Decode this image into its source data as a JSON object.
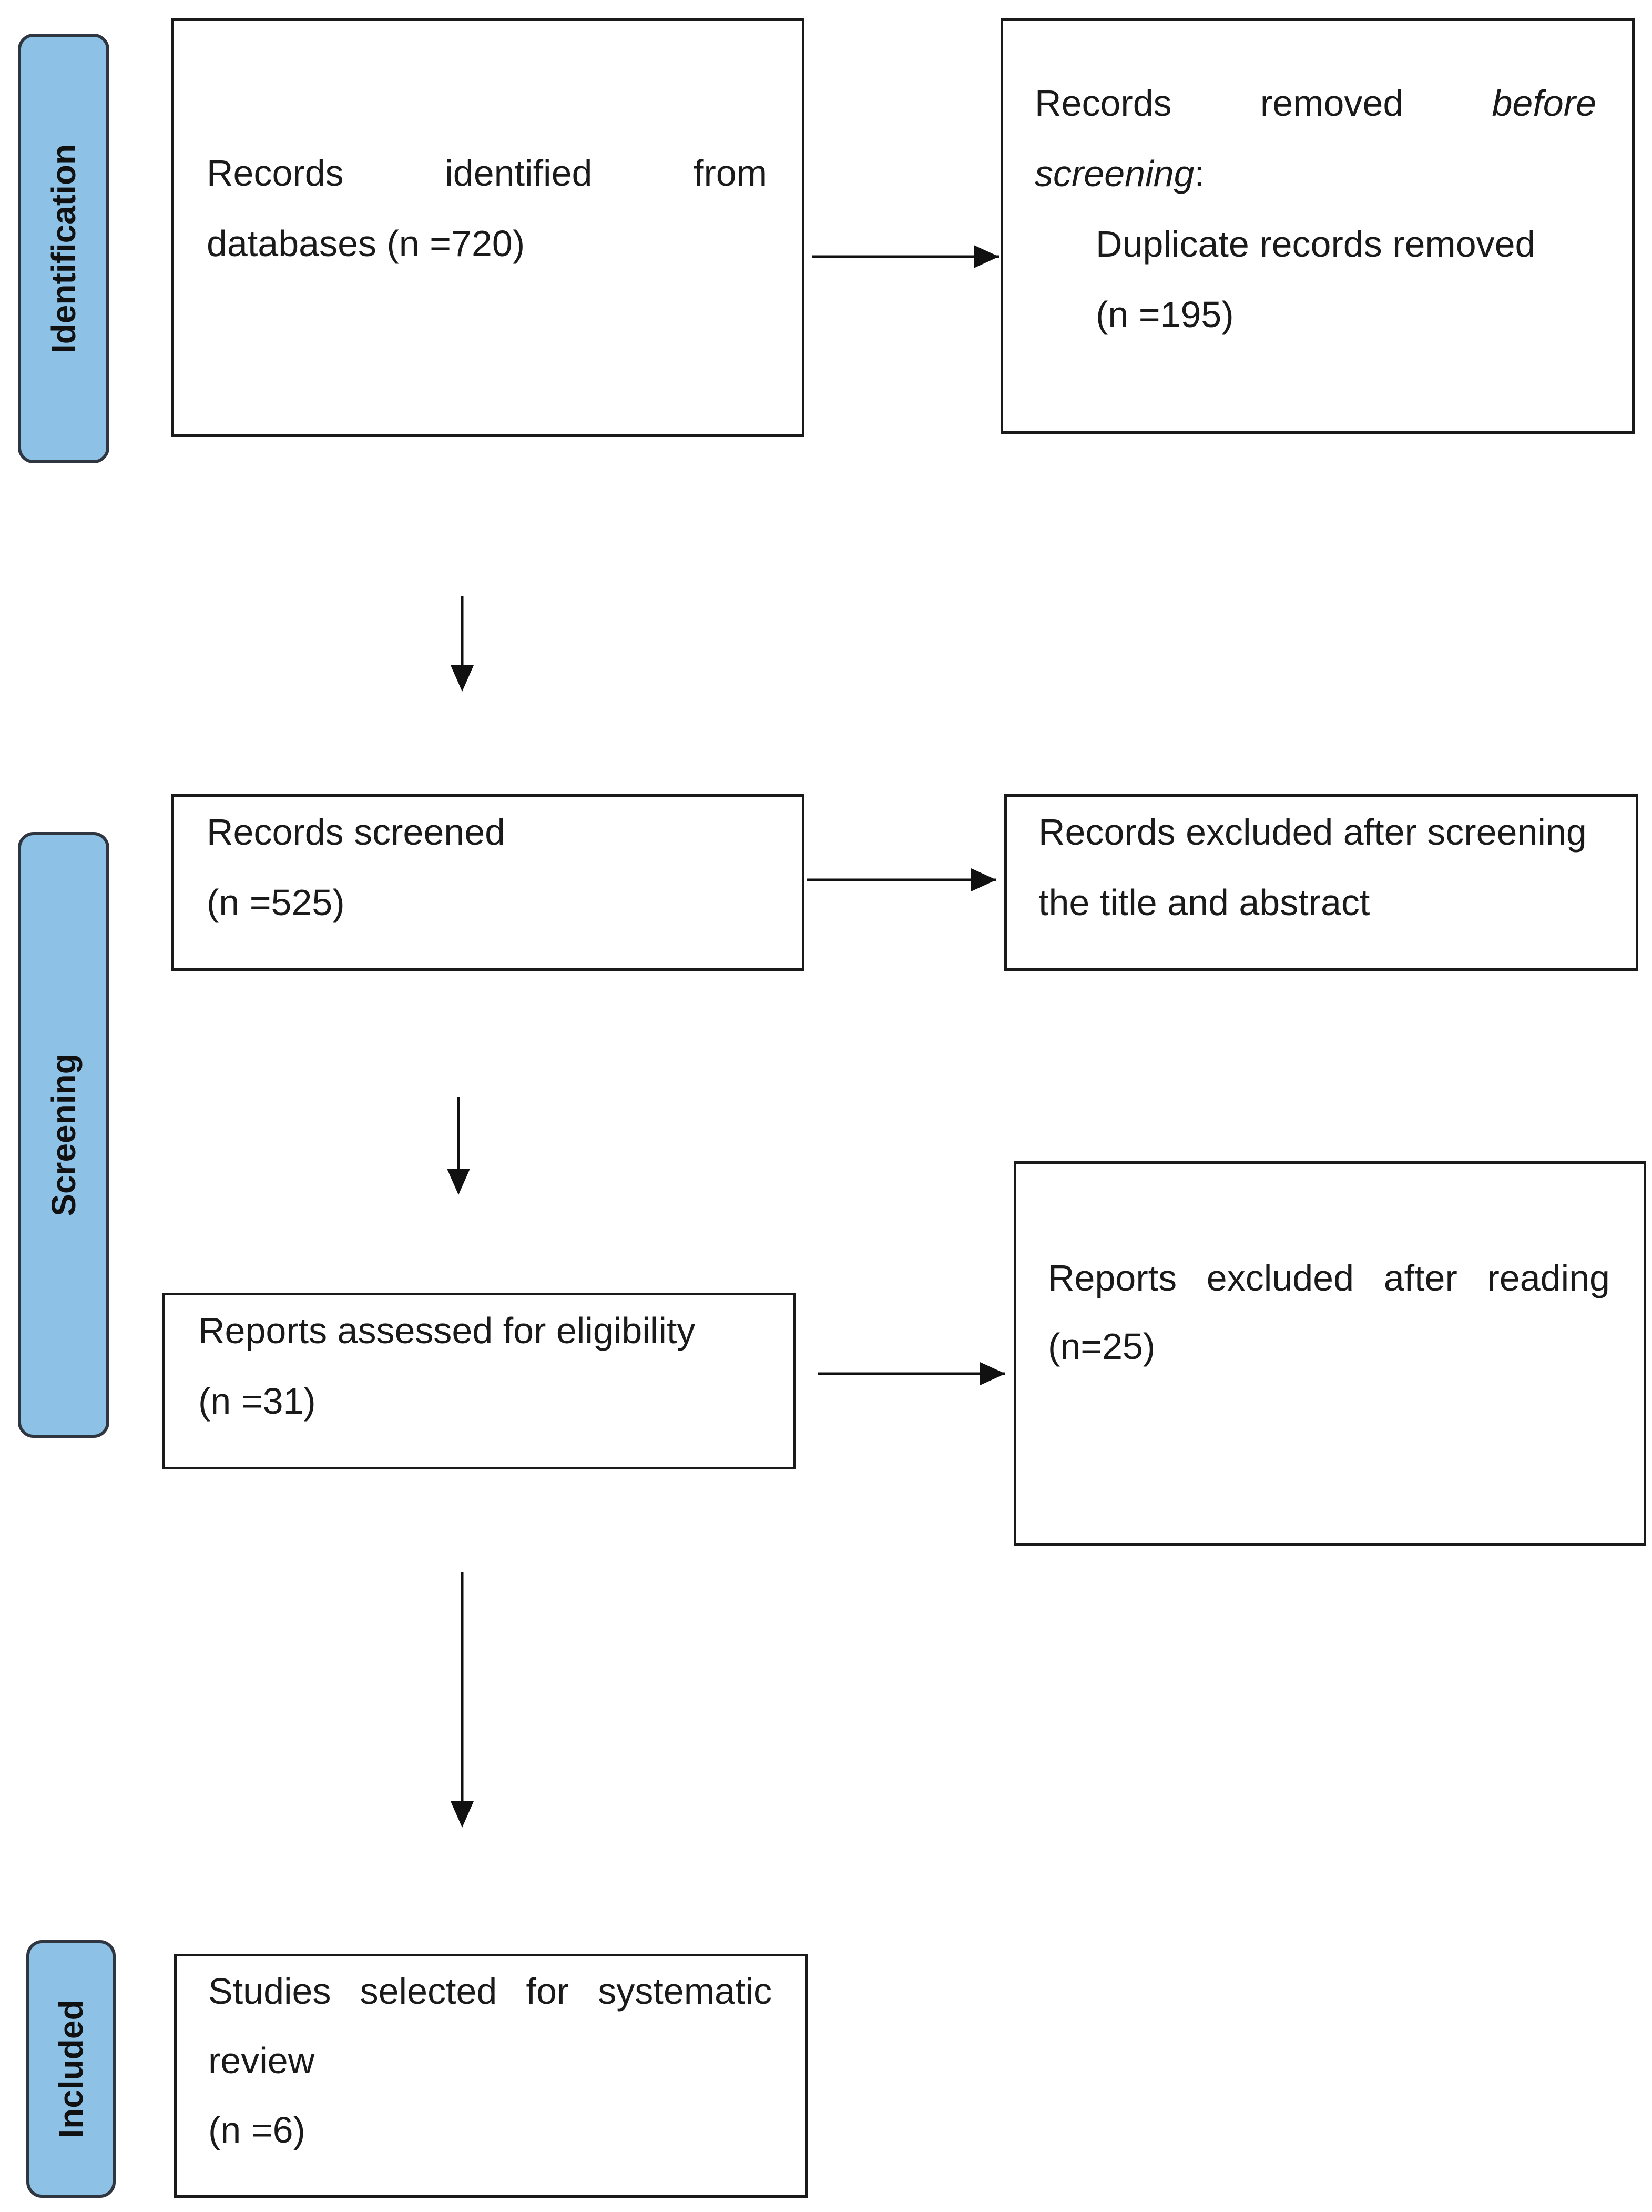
{
  "stages": {
    "identification": "Identification",
    "screening": "Screening",
    "included": "Included"
  },
  "boxes": {
    "identified": {
      "line1_words": [
        "Records",
        "identified",
        "from"
      ],
      "line2": "databases (n =720)"
    },
    "removed": {
      "line1_words": [
        "Records",
        "removed",
        "before"
      ],
      "line2": "screening",
      "line2_suffix": ":",
      "line3": "Duplicate records removed",
      "line4": "(n =195)"
    },
    "screened": {
      "line1": "Records screened",
      "line2": "(n =525)"
    },
    "excluded_screening": {
      "line1": "Records excluded after screening",
      "line2": "the title and abstract"
    },
    "assessed": {
      "line1": "Reports assessed for eligibility",
      "line2": "(n =31)"
    },
    "excluded_reading": {
      "line1_words": [
        "Reports",
        "excluded",
        "after",
        "reading"
      ],
      "line2": "(n=25)"
    },
    "included": {
      "line1_words": [
        "Studies",
        "selected",
        "for",
        "systematic"
      ],
      "line2": "review",
      "line3": "(n =6)"
    }
  },
  "colors": {
    "stage_fill": "#8dc1e6",
    "stage_border": "#2f3640",
    "box_border": "#1a1a1a",
    "arrow": "#111111"
  }
}
